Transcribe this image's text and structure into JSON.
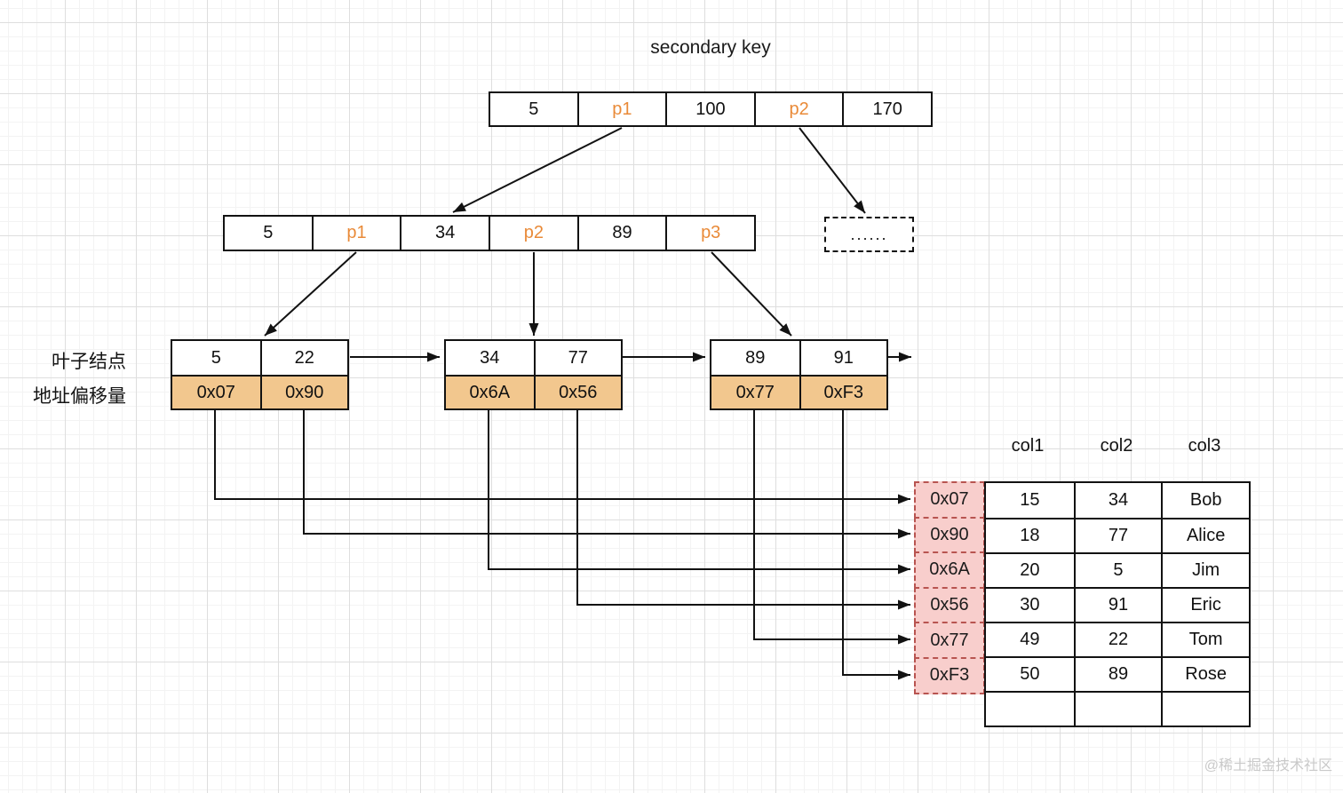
{
  "title": "secondary key",
  "side_labels": {
    "leaf_nodes": "叶子结点",
    "address_offset": "地址偏移量"
  },
  "root_node": {
    "cells": [
      "5",
      "p1",
      "100",
      "p2",
      "170"
    ]
  },
  "internal_node": {
    "cells": [
      "5",
      "p1",
      "34",
      "p2",
      "89",
      "p3"
    ]
  },
  "dashed_node": {
    "label": "......"
  },
  "leaf_nodes": [
    {
      "keys": [
        "5",
        "22"
      ],
      "addresses": [
        "0x07",
        "0x90"
      ]
    },
    {
      "keys": [
        "34",
        "77"
      ],
      "addresses": [
        "0x6A",
        "0x56"
      ]
    },
    {
      "keys": [
        "89",
        "91"
      ],
      "addresses": [
        "0x77",
        "0xF3"
      ]
    }
  ],
  "data_table": {
    "headers": [
      "col1",
      "col2",
      "col3"
    ],
    "rows": [
      {
        "address": "0x07",
        "cells": [
          "15",
          "34",
          "Bob"
        ]
      },
      {
        "address": "0x90",
        "cells": [
          "18",
          "77",
          "Alice"
        ]
      },
      {
        "address": "0x6A",
        "cells": [
          "20",
          "5",
          "Jim"
        ]
      },
      {
        "address": "0x56",
        "cells": [
          "30",
          "91",
          "Eric"
        ]
      },
      {
        "address": "0x77",
        "cells": [
          "49",
          "22",
          "Tom"
        ]
      },
      {
        "address": "0xF3",
        "cells": [
          "50",
          "89",
          "Rose"
        ]
      }
    ],
    "empty_row": [
      "",
      "",
      ""
    ]
  },
  "watermark": "@稀土掘金技术社区",
  "colors": {
    "pointer_text": "#e98a38",
    "leaf_address_fill": "#f2c78e",
    "table_address_fill": "#f8cecc",
    "table_address_border": "#b85450"
  }
}
